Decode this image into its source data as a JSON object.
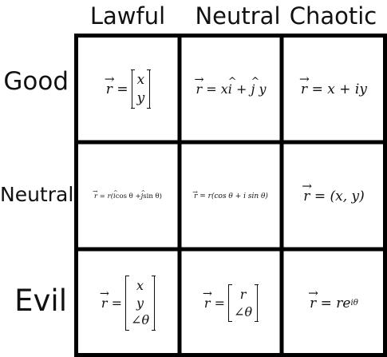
{
  "columns": [
    "Lawful",
    "Neutral",
    "Chaotic"
  ],
  "rows": [
    "Good",
    "Neutral",
    "Evil"
  ],
  "cells": {
    "good_lawful": {
      "vec": "r",
      "eq": "=",
      "matrix": [
        "x",
        "y"
      ]
    },
    "good_neutral": {
      "vec": "r",
      "eq": "=",
      "text1": "x",
      "hat1": "i",
      "plus": "+",
      "hat2": "j",
      "text2": "y"
    },
    "good_chaotic": {
      "vec": "r",
      "eq": "=",
      "text": "x + iy"
    },
    "neutral_lawful": {
      "vec": "r",
      "eq": "=",
      "pre": "r(",
      "hat1": "i",
      "mid1": "cos θ + ",
      "hat2": "j",
      "mid2": " sin θ)"
    },
    "neutral_neutral": {
      "vec": "r",
      "eq": "=",
      "text": "r(cos θ + i sin θ)"
    },
    "neutral_chaotic": {
      "vec": "r",
      "eq": "=",
      "text": "(x, y)"
    },
    "evil_lawful": {
      "vec": "r",
      "eq": "=",
      "matrix": [
        "x",
        "y",
        "∠θ"
      ]
    },
    "evil_neutral": {
      "vec": "r",
      "eq": "=",
      "matrix": [
        "r",
        "∠θ"
      ]
    },
    "evil_chaotic": {
      "vec": "r",
      "eq": "=",
      "base": "re",
      "exp": "iθ"
    }
  }
}
